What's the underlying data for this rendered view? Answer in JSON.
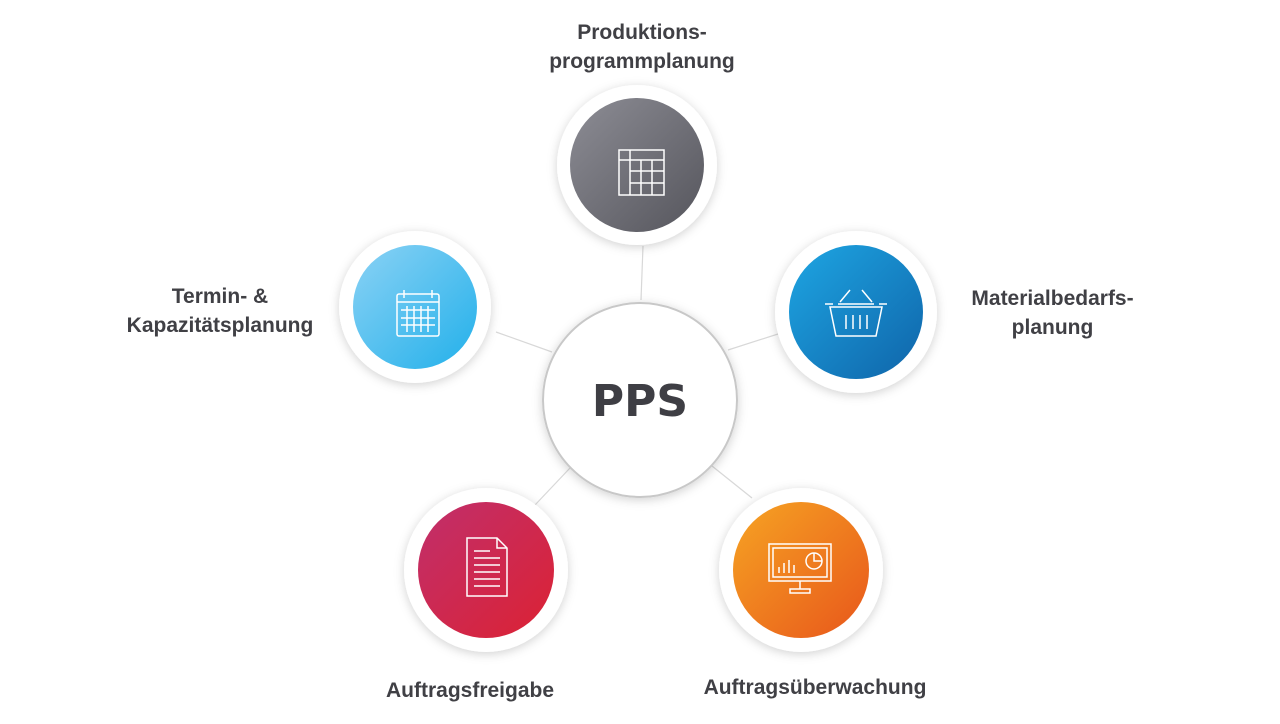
{
  "center": {
    "label": "PPS"
  },
  "nodes": [
    {
      "id": "produktionsprogrammplanung",
      "lines": [
        "Produktions-",
        "programmplanung"
      ],
      "icon": "table-icon",
      "color_from": "#8d8d95",
      "color_to": "#55555c"
    },
    {
      "id": "materialbedarfsplanung",
      "lines": [
        "Materialbedarfs-",
        "planung"
      ],
      "icon": "basket-icon",
      "color_from": "#1ea6e3",
      "color_to": "#0f64a9"
    },
    {
      "id": "auftragsueberwachung",
      "lines": [
        "Auftragsüberwachung"
      ],
      "icon": "monitor-chart-icon",
      "color_from": "#f6a423",
      "color_to": "#e8561b"
    },
    {
      "id": "auftragsfreigabe",
      "lines": [
        "Auftragsfreigabe"
      ],
      "icon": "document-icon",
      "color_from": "#c02f6c",
      "color_to": "#dc2233"
    },
    {
      "id": "termin-kapazitaetsplanung",
      "lines": [
        "Termin- &",
        "Kapazitätsplanung"
      ],
      "icon": "calendar-icon",
      "color_from": "#8bd2f5",
      "color_to": "#22b0ea"
    }
  ]
}
